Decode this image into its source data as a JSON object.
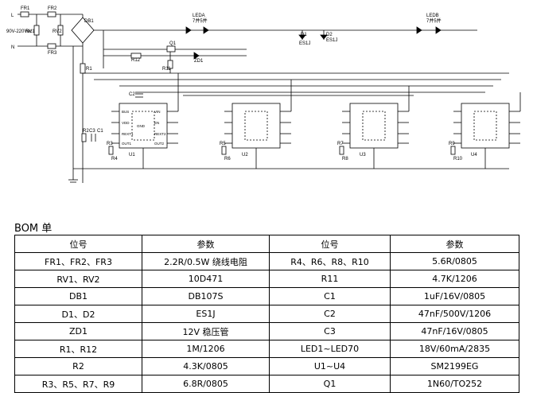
{
  "schematic": {
    "labels": {
      "l_in": "L",
      "n_in": "N",
      "voltage": "90V-220Vac",
      "rv1": "RV1",
      "rv2": "RV2",
      "fr1": "FR1",
      "fr2": "FR2",
      "fr3": "FR3",
      "db1": "DB1",
      "r1": "R1",
      "r2": "R2",
      "c1": "C1",
      "c3": "C3",
      "q1": "Q1",
      "r11": "R11",
      "r12": "R12",
      "zd1": "ZD1",
      "d1": "D1",
      "d1_part": "ES1J",
      "d2": "D2",
      "d2_part": "ES1J",
      "leda": "LEDA",
      "leda_spec": "7并5并",
      "ledb": "LEDB",
      "ledb_spec": "7并5并",
      "c2": "C2"
    },
    "chips": [
      {
        "id": "U1",
        "r_gate": "R3",
        "r_side": "R4"
      },
      {
        "id": "U2",
        "r_gate": "R5",
        "r_side": "R6"
      },
      {
        "id": "U3",
        "r_gate": "R7",
        "r_side": "R8"
      },
      {
        "id": "U4",
        "r_gate": "R9",
        "r_side": "R10"
      }
    ],
    "pins": {
      "p1": "BUS",
      "p2": "VDD",
      "p3": "REXT1",
      "p4": "OUT1",
      "p5": "OUT2",
      "p6": "REXT2",
      "p7": "EN",
      "p8": "VIN",
      "gnd": "GND"
    }
  },
  "bom": {
    "title": "BOM 单",
    "headers": [
      "位号",
      "参数",
      "位号",
      "参数"
    ],
    "rows": [
      [
        "FR1、FR2、FR3",
        "2.2R/0.5W 绕线电阻",
        "R4、R6、R8、R10",
        "5.6R/0805"
      ],
      [
        "RV1、RV2",
        "10D471",
        "R11",
        "4.7K/1206"
      ],
      [
        "DB1",
        "DB107S",
        "C1",
        "1uF/16V/0805"
      ],
      [
        "D1、D2",
        "ES1J",
        "C2",
        "47nF/500V/1206"
      ],
      [
        "ZD1",
        "12V 稳压管",
        "C3",
        "47nF/16V/0805"
      ],
      [
        "R1、R12",
        "1M/1206",
        "LED1~LED70",
        "18V/60mA/2835"
      ],
      [
        "R2",
        "4.3K/0805",
        "U1~U4",
        "SM2199EG"
      ],
      [
        "R3、R5、R7、R9",
        "6.8R/0805",
        "Q1",
        "1N60/TO252"
      ]
    ]
  }
}
